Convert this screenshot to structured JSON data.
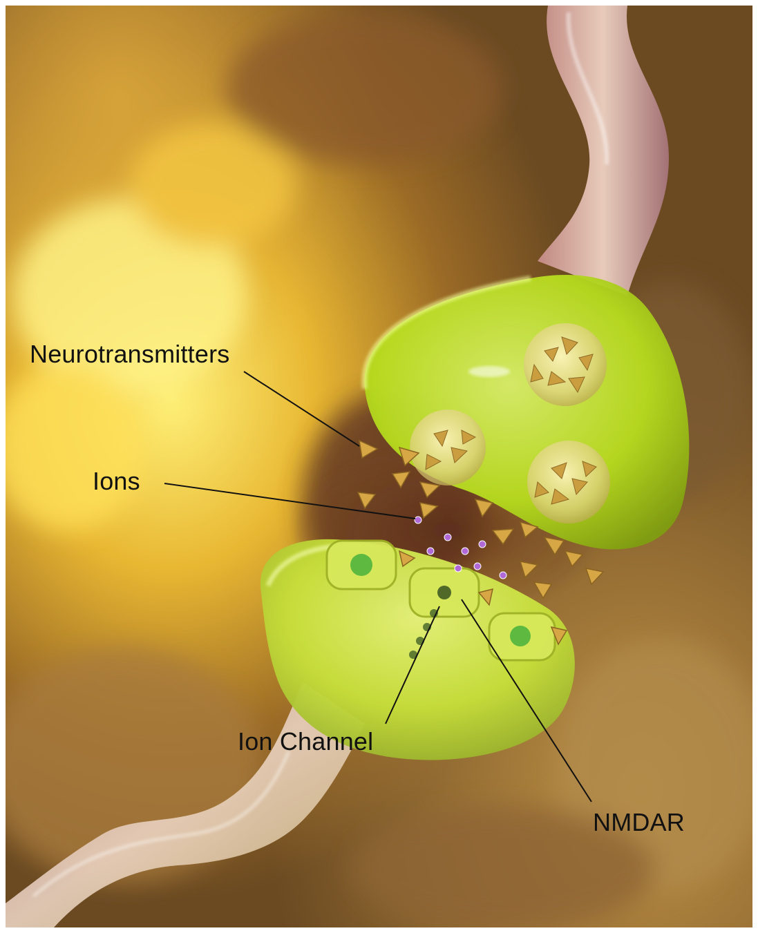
{
  "diagram": {
    "labels": {
      "neurotransmitters": "Neurotransmitters",
      "ions": "Ions",
      "ion_channel": "Ion Channel",
      "nmdar": "NMDAR"
    }
  }
}
